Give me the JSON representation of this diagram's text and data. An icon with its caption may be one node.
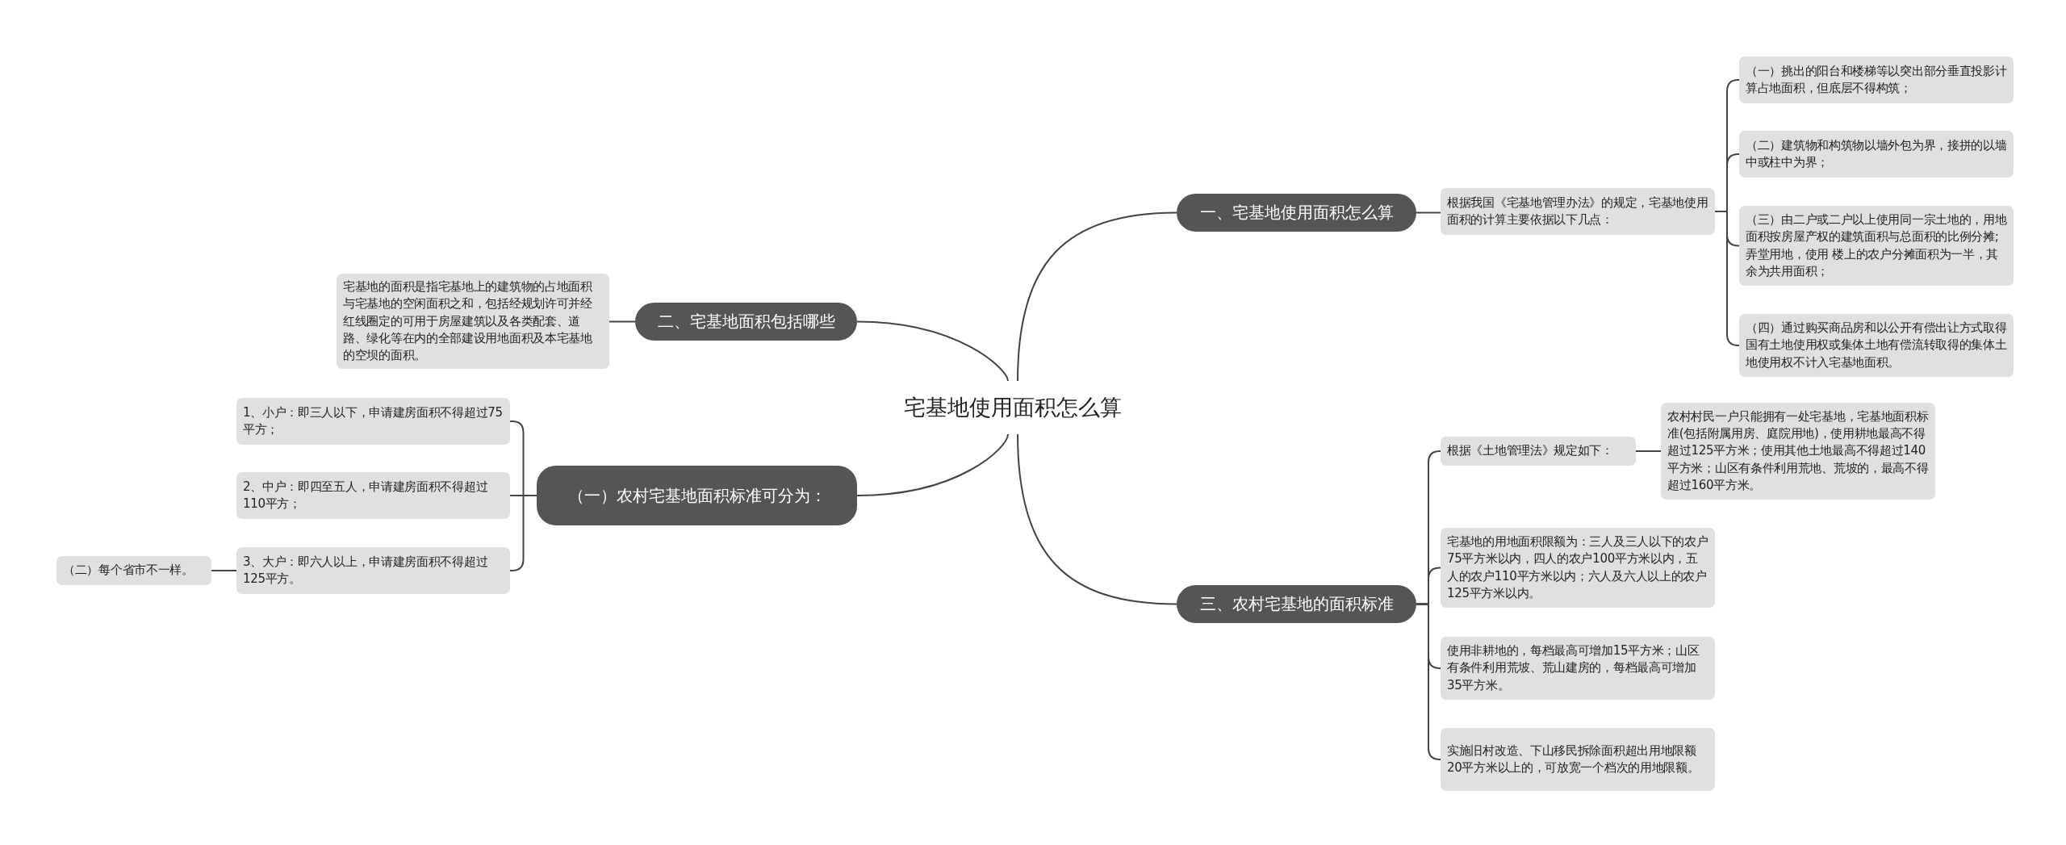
{
  "diagram": {
    "nodes": [
      {
        "text": [
          "宅基地使用面积怎么算"
        ]
      },
      {
        "text": [
          "一、宅基地使用面积怎么算"
        ]
      },
      {
        "text": [
          "根据我国《宅基地管理办法》的规定，宅基地使用面积的计算主要依据以下几点："
        ]
      },
      {
        "text": [
          "（一）挑出的阳台和楼梯等以突出部分垂直投影计算占地面积，但底层不得构筑；"
        ]
      },
      {
        "text": [
          "（二）建筑物和构筑物以墙外包为界，接拼的以墙中或柱中为界；"
        ]
      },
      {
        "text": [
          "（三）由二户或二户以上使用同一宗土地的，用地面积按房屋产权的建筑面积与总面积的比例分摊;弄堂用地，使用 楼上的农户分摊面积为一半，其余为共用面积；"
        ]
      },
      {
        "text": [
          "（四）通过购买商品房和以公开有偿出让方式取得国有土地使用权或集体土地有偿流转取得的集体土地使用权不计入宅基地面积。"
        ]
      },
      {
        "text": [
          "二、宅基地面积包括哪些"
        ]
      },
      {
        "text": [
          "宅基地的面积是指宅基地上的建筑物的占地面积与宅基地的空闲面积之和，包括经规划许可并经红线圈定的可用于房屋建筑以及各类配套、道路、绿化等在内的全部建设用地面积及本宅基地的空坝的面积。"
        ]
      },
      {
        "text": [
          "（一）农村宅基地面积标准可分为："
        ]
      },
      {
        "text": [
          "1、小户：即三人以下，申请建房面积不得超过75平方；"
        ]
      },
      {
        "text": [
          "2、中户：即四至五人，申请建房面积不得超过110平方；"
        ]
      },
      {
        "text": [
          "3、大户：即六人以上，申请建房面积不得超过125平方。"
        ]
      },
      {
        "text": [
          "（二）每个省市不一样。"
        ]
      },
      {
        "text": [
          "三、农村宅基地的面积标准"
        ]
      },
      {
        "text": [
          "根据《土地管理法》规定如下："
        ]
      },
      {
        "text": [
          "农村村民一户只能拥有一处宅基地，宅基地面积标准(包括附属用房、庭院用地)，使用耕地最高不得超过125平方米；使用其他土地最高不得超过140平方米；山区有条件利用荒地、荒坡的，最高不得超过160平方米。"
        ]
      },
      {
        "text": [
          "宅基地的用地面积限额为：三人及三人以下的农户75平方米以内，四人的农户100平方米以内，五人的农户110平方米以内；六人及六人以上的农户125平方米以内。"
        ]
      },
      {
        "text": [
          "使用非耕地的，每档最高可增加15平方米；山区有条件利用荒坡、荒山建房的，每档最高可增加35平方米。"
        ]
      },
      {
        "text": [
          "实施旧村改造、下山移民拆除面积超出用地限额20平方米以上的，可放宽一个档次的用地限额。"
        ]
      }
    ],
    "edges": [
      {
        "from": 0,
        "to": 1,
        "arrow": "none"
      },
      {
        "from": 1,
        "to": 2,
        "arrow": "none"
      },
      {
        "from": 2,
        "to": 3,
        "arrow": "none"
      },
      {
        "from": 2,
        "to": 4,
        "arrow": "none"
      },
      {
        "from": 2,
        "to": 5,
        "arrow": "none"
      },
      {
        "from": 2,
        "to": 6,
        "arrow": "none"
      },
      {
        "from": 0,
        "to": 7,
        "arrow": "none"
      },
      {
        "from": 7,
        "to": 8,
        "arrow": "none"
      },
      {
        "from": 0,
        "to": 9,
        "arrow": "none"
      },
      {
        "from": 9,
        "to": 10,
        "arrow": "none"
      },
      {
        "from": 9,
        "to": 11,
        "arrow": "none"
      },
      {
        "from": 9,
        "to": 12,
        "arrow": "none"
      },
      {
        "from": 12,
        "to": 13,
        "arrow": "none"
      },
      {
        "from": 0,
        "to": 14,
        "arrow": "none"
      },
      {
        "from": 14,
        "to": 15,
        "arrow": "none"
      },
      {
        "from": 15,
        "to": 16,
        "arrow": "none"
      },
      {
        "from": 14,
        "to": 17,
        "arrow": "none"
      },
      {
        "from": 14,
        "to": 18,
        "arrow": "none"
      },
      {
        "from": 14,
        "to": 19,
        "arrow": "none"
      }
    ]
  }
}
